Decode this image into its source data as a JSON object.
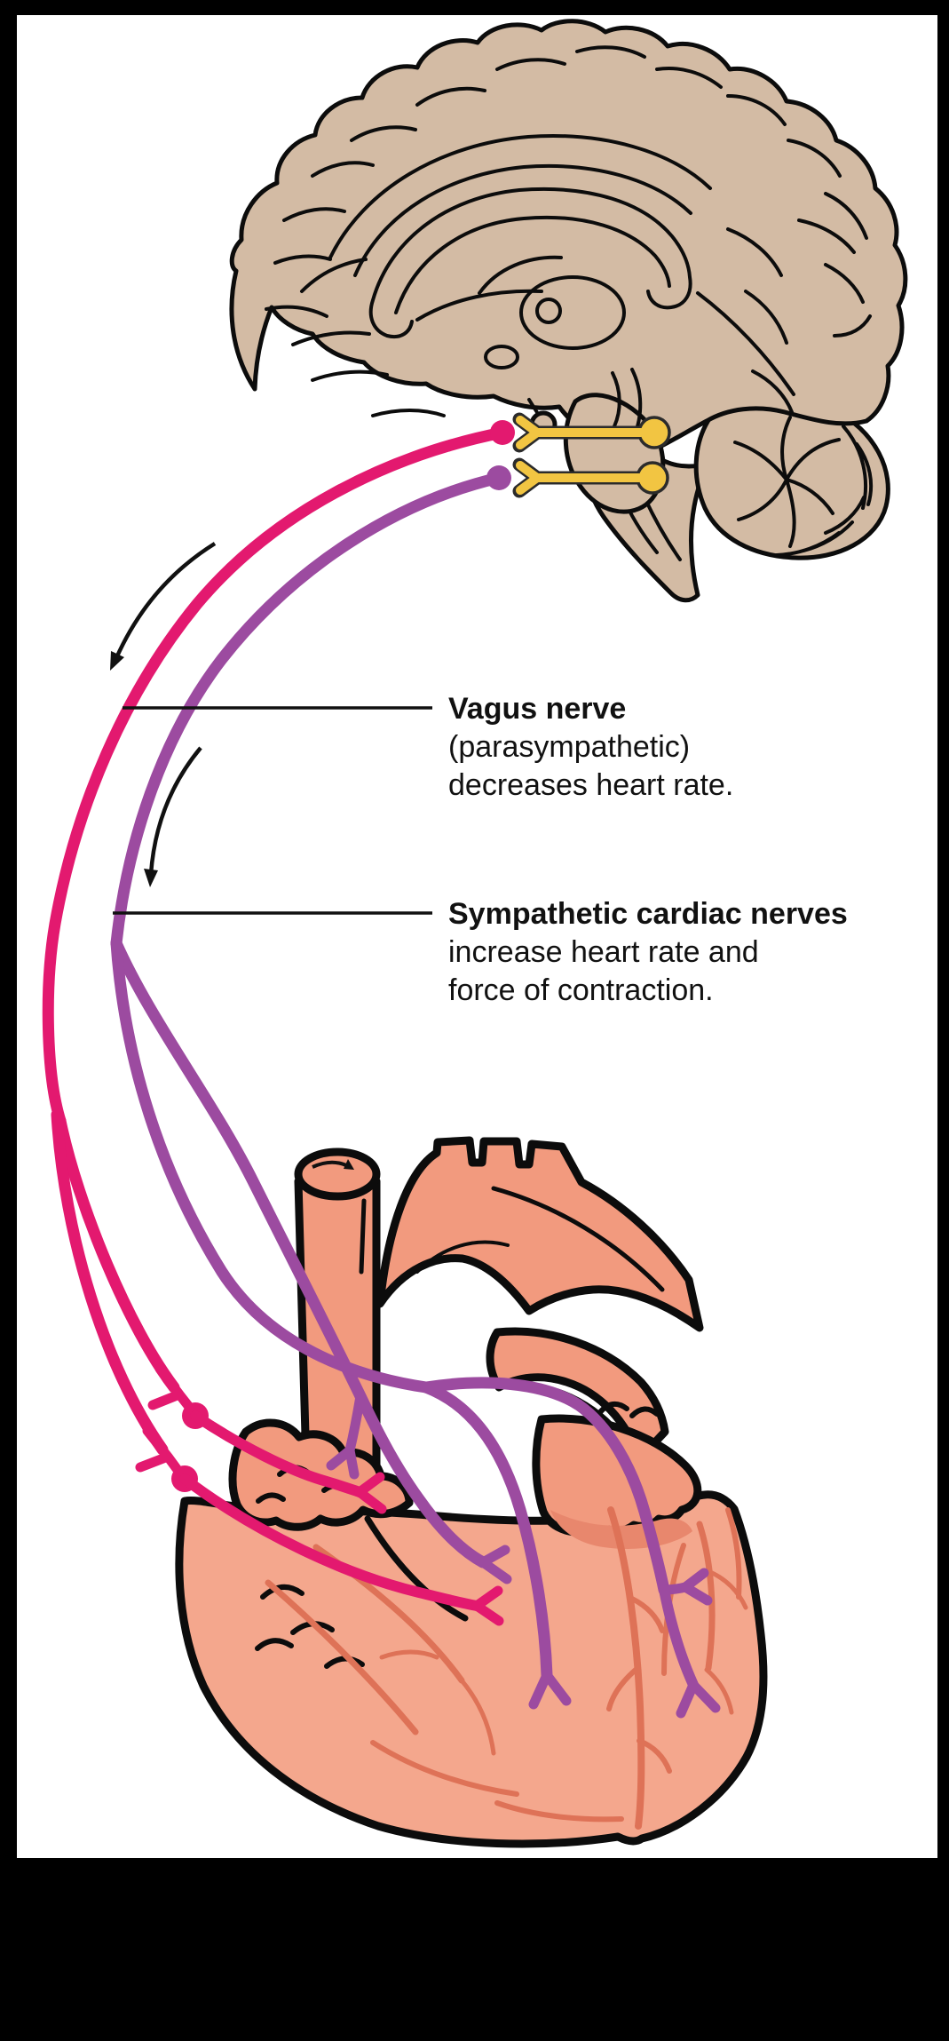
{
  "figure": {
    "type": "anatomical-diagram",
    "subject": "Autonomic innervation of the heart",
    "background_color": "#000000",
    "canvas_color": "#ffffff"
  },
  "colors": {
    "parasympathetic_pink": "#E3196F",
    "sympathetic_purple": "#9C4BA0",
    "brainstem_nuclei_yellow": "#F2C542",
    "brain_tan": "#D3BBA4",
    "heart_salmon": "#F29A7E",
    "heart_ventricle_salmon": "#F4A78D",
    "coronary_vessel": "#DE7257",
    "outline_black": "#0c0c0c"
  },
  "labels": {
    "vagus": {
      "title": "Vagus nerve",
      "line1": "(parasympathetic)",
      "line2": "decreases heart rate."
    },
    "sympathetic": {
      "title": "Sympathetic cardiac nerves",
      "line1": "increase heart rate and",
      "line2": "force of contraction."
    }
  },
  "icons": {
    "brain": "mid-sagittal-brain-icon",
    "heart": "anterior-heart-icon",
    "neuron": "yellow-neuron-cell-body-with-forked-dendrite-icon",
    "ganglion": "round-ganglion-dot-icon",
    "nerve_terminal": "forked-y-nerve-ending-icon",
    "direction_arrow": "curved-downward-arrow-icon",
    "blood_flow_arrow": "small-curved-arrow-in-vena-cava-icon"
  }
}
